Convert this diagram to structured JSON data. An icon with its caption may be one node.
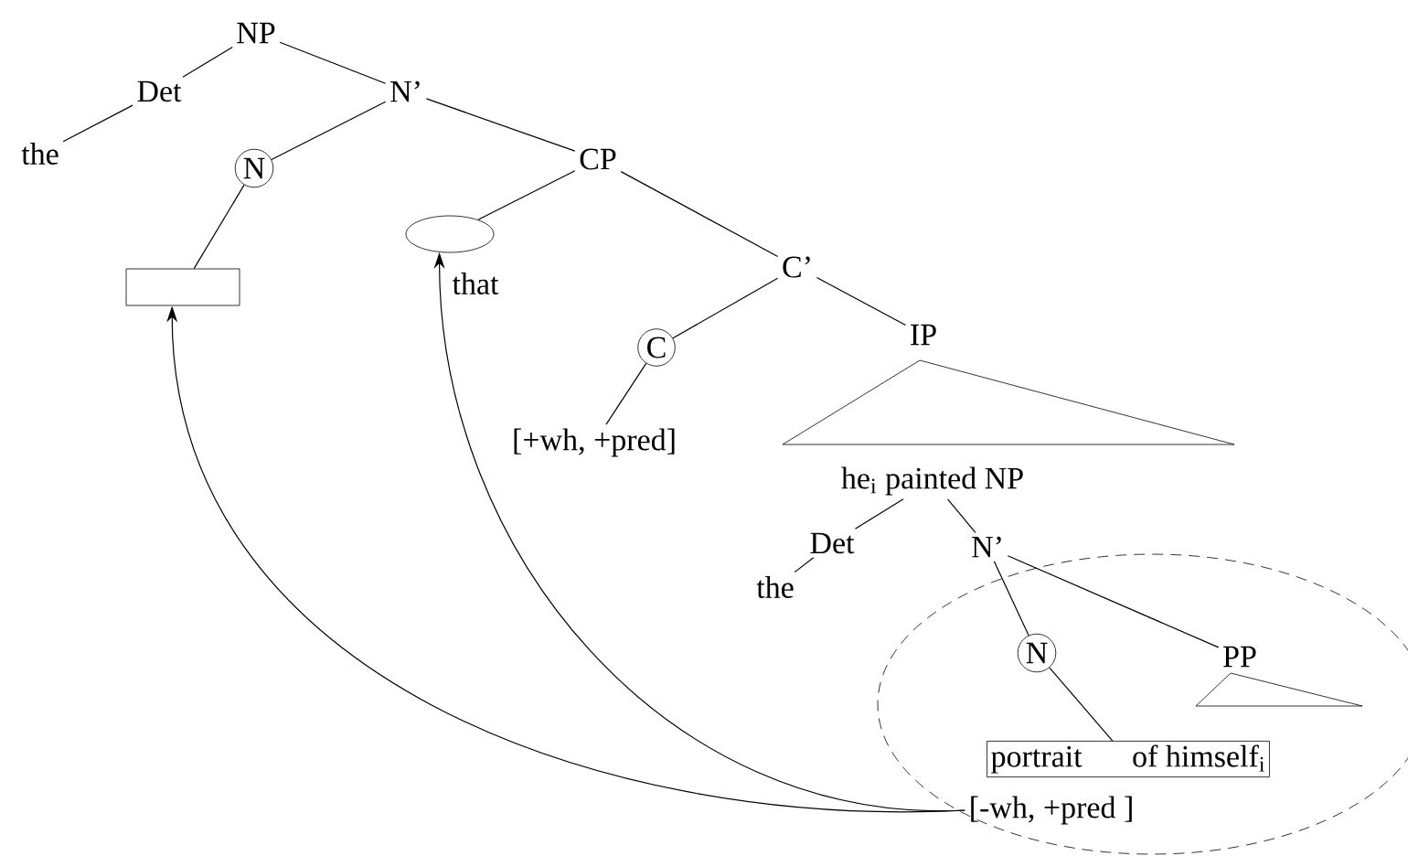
{
  "diagram": {
    "nodes": [
      {
        "text": [
          "NP"
        ]
      },
      {
        "text": [
          "Det"
        ]
      },
      {
        "text": [
          "N’"
        ]
      },
      {
        "text": [
          "the"
        ]
      },
      {
        "text": [
          "N"
        ]
      },
      {
        "text": [
          "CP"
        ]
      },
      {
        "text": [],
        "shape": "box"
      },
      {
        "text": [],
        "shape": "ellipse",
        "beside": [
          "that"
        ]
      },
      {
        "text": [
          "C’"
        ]
      },
      {
        "text": [
          "C"
        ]
      },
      {
        "text": [
          "IP"
        ]
      },
      {
        "text": [
          "[+wh, +pred]"
        ]
      },
      {
        "text": [
          "he$_{i}$ painted NP"
        ]
      },
      {
        "text": [
          "Det"
        ]
      },
      {
        "text": [
          "N’"
        ]
      },
      {
        "text": [
          "the"
        ]
      },
      {
        "text": [],
        "shape": "ellipse"
      },
      {
        "text": [
          "N"
        ],
        "in": 16
      },
      {
        "text": [
          "PP"
        ],
        "in": 16
      },
      {
        "text": [
          "portrait",
          "of himself$_{i}$"
        ],
        "in": 16
      },
      {
        "text": [
          "[-wh, +pred ]"
        ],
        "in": 16
      }
    ],
    "edges": [
      {
        "from": 0,
        "to": 1,
        "arrow": "none"
      },
      {
        "from": 0,
        "to": 2,
        "arrow": "none"
      },
      {
        "from": 1,
        "to": 3,
        "arrow": "none"
      },
      {
        "from": 2,
        "to": 4,
        "arrow": "none"
      },
      {
        "from": 2,
        "to": 5,
        "arrow": "none"
      },
      {
        "from": 4,
        "to": 6,
        "arrow": "none"
      },
      {
        "from": 5,
        "to": 7,
        "arrow": "none"
      },
      {
        "from": 5,
        "to": 8,
        "arrow": "none"
      },
      {
        "from": 8,
        "to": 9,
        "arrow": "none"
      },
      {
        "from": 8,
        "to": 10,
        "arrow": "none"
      },
      {
        "from": 9,
        "to": 11,
        "arrow": "none"
      },
      {
        "from": 12,
        "to": 13,
        "arrow": "none"
      },
      {
        "from": 12,
        "to": 14,
        "arrow": "none"
      },
      {
        "from": 13,
        "to": 15,
        "arrow": "none"
      },
      {
        "from": 14,
        "to": 17,
        "arrow": "none"
      },
      {
        "from": 14,
        "to": 18,
        "arrow": "none"
      },
      {
        "from": 17,
        "to": 19,
        "arrow": "none"
      },
      {
        "from": 20,
        "to": 6,
        "arrow": "to"
      },
      {
        "from": 20,
        "to": 7,
        "arrow": "to"
      }
    ]
  }
}
